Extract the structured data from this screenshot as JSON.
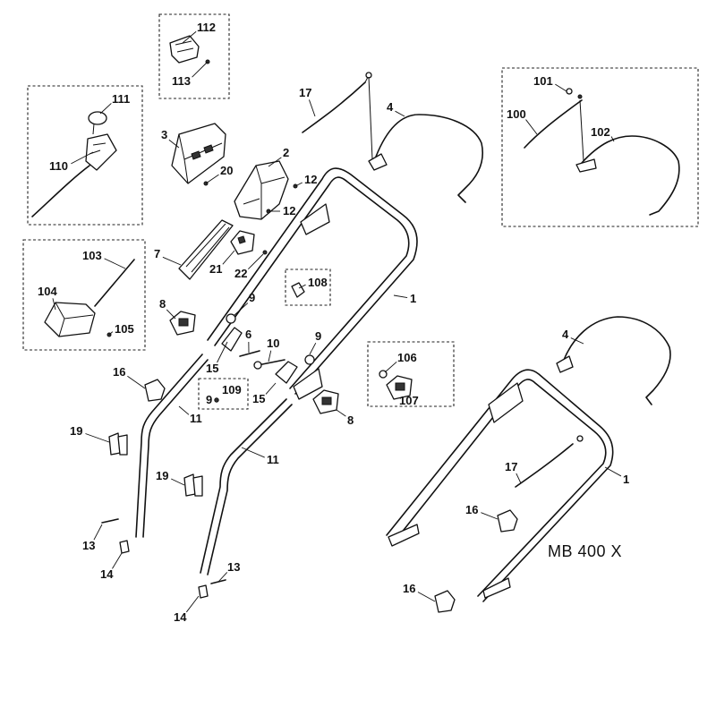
{
  "model_label": "MB 400 X",
  "callouts": [
    "112",
    "113",
    "111",
    "110",
    "3",
    "20",
    "2",
    "12",
    "12",
    "17",
    "4",
    "101",
    "100",
    "102",
    "7",
    "21",
    "22",
    "103",
    "104",
    "105",
    "108",
    "1",
    "8",
    "9",
    "6",
    "10",
    "9",
    "4",
    "106",
    "107",
    "16",
    "15",
    "109",
    "9",
    "15",
    "11",
    "8",
    "19",
    "11",
    "19",
    "17",
    "1",
    "16",
    "13",
    "14",
    "13",
    "14",
    "16"
  ]
}
